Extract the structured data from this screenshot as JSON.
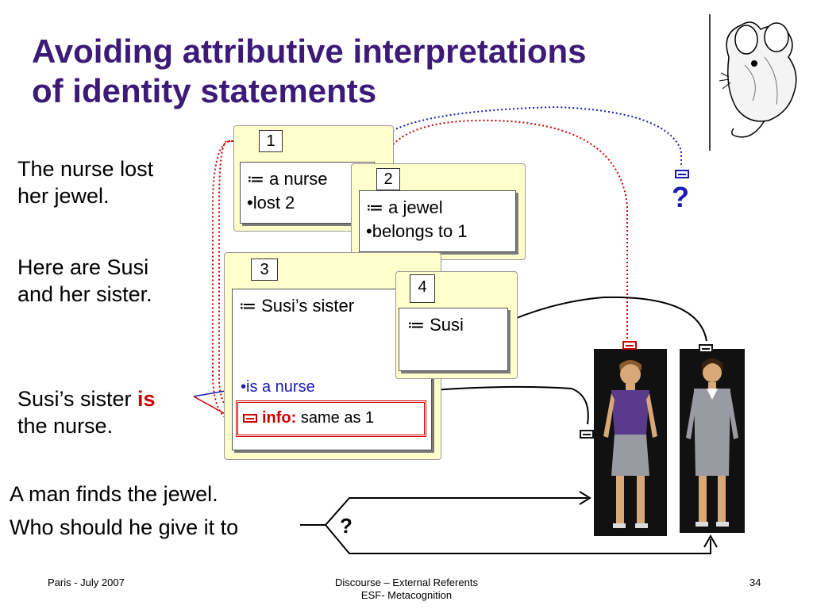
{
  "slide": {
    "title_line1": "Avoiding attributive interpretations",
    "title_line2": "of identity statements",
    "statements": {
      "s1_line1": "The nurse lost",
      "s1_line2": "her jewel.",
      "s2_line1": "Here are Susi",
      "s2_line2": "and her sister.",
      "s3_pre": "Susi’s sister ",
      "s3_is": "is",
      "s3_line2": "the nurse.",
      "s4": "A man finds the jewel.",
      "s5": "Who should he give it to"
    },
    "boxes": {
      "box1": {
        "tab": "1",
        "line1": "≔ a nurse",
        "line2": "•lost 2"
      },
      "box2": {
        "tab": "2",
        "line1": "≔ a jewel",
        "line2": "•belongs to 1"
      },
      "box3": {
        "tab": "3",
        "line1": "≔ Susi’s sister",
        "bullet": "•is a nurse",
        "info_label": "info:",
        "info_text": " same as 1"
      },
      "box4": {
        "tab": "4",
        "line1": "≔ Susi"
      }
    },
    "marks": {
      "question_blue": "?",
      "question_black": "?"
    },
    "footer": {
      "left": "Paris - July 2007",
      "center_line1": "Discourse – External Referents",
      "center_line2": "ESF- Metacognition",
      "page": "34"
    },
    "colors": {
      "title": "#3c1a78",
      "box_fill": "#ffffcc",
      "red": "#cc0000",
      "blue": "#1a1ab0"
    }
  }
}
